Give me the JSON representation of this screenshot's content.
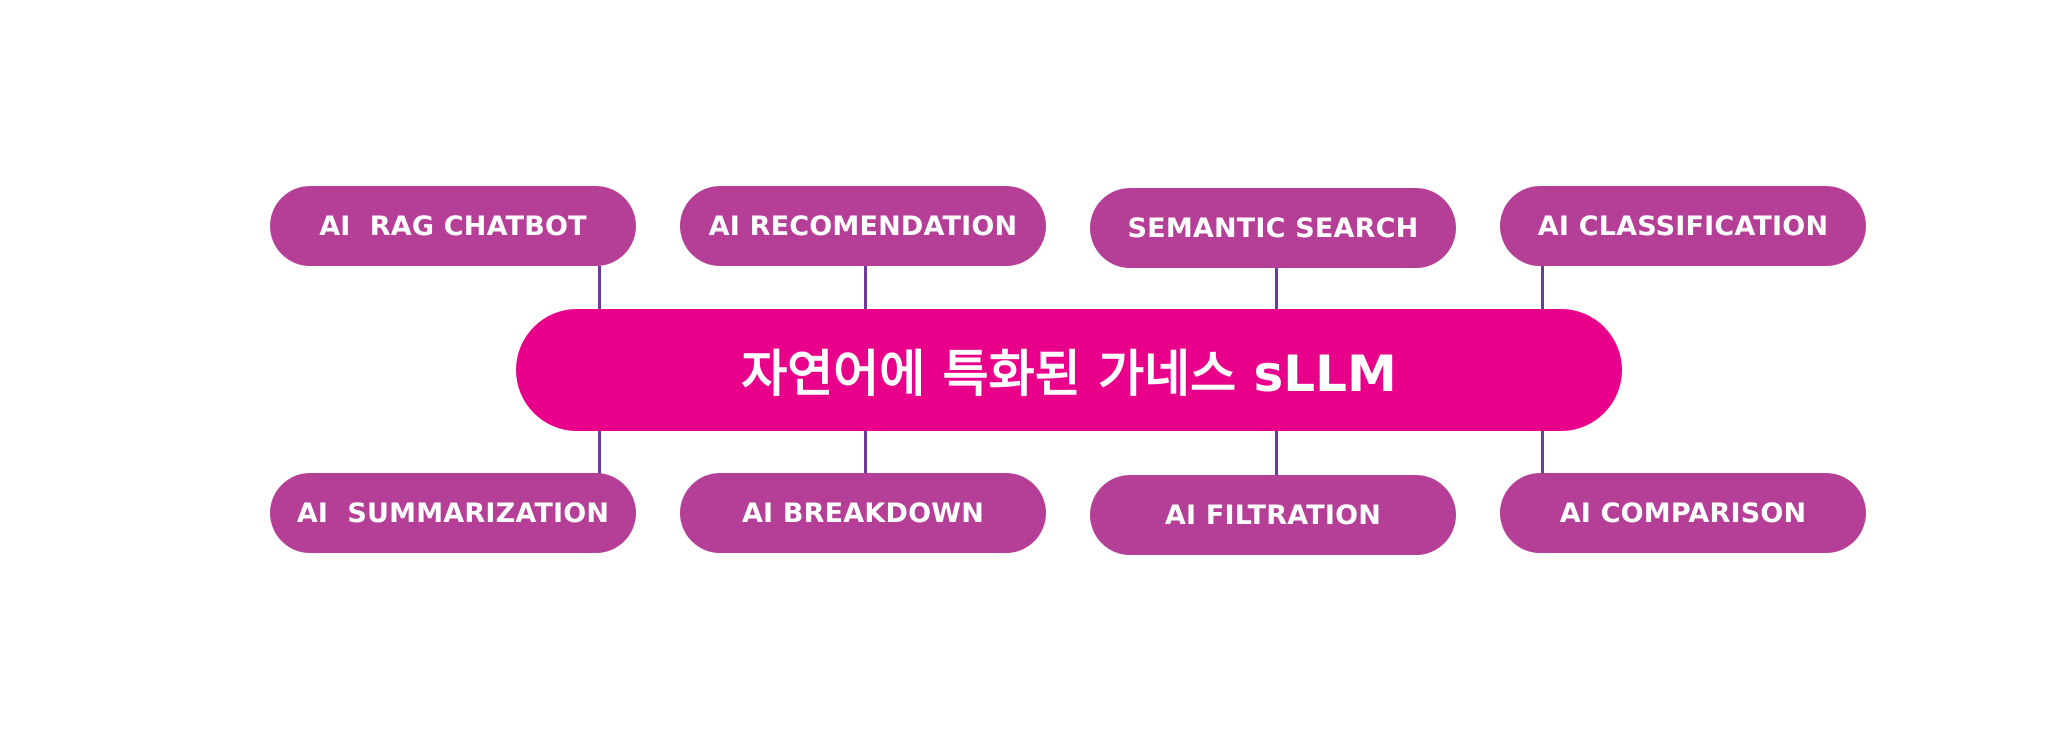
{
  "diagram": {
    "center": {
      "label": "자연어에 특화된 가네스 sLLM"
    },
    "top_nodes": [
      {
        "label": "AI  RAG CHATBOT"
      },
      {
        "label": "AI RECOMENDATION"
      },
      {
        "label": "SEMANTIC SEARCH"
      },
      {
        "label": "AI CLASSIFICATION"
      }
    ],
    "bottom_nodes": [
      {
        "label": "AI  SUMMARIZATION"
      },
      {
        "label": "AI BREAKDOWN"
      },
      {
        "label": "AI FILTRATION"
      },
      {
        "label": "AI COMPARISON"
      }
    ],
    "colors": {
      "center_fill": "#e8008b",
      "node_fill": "#b53f97",
      "connector": "#6b3a9a",
      "text": "#ffffff",
      "background": "#ffffff"
    }
  }
}
